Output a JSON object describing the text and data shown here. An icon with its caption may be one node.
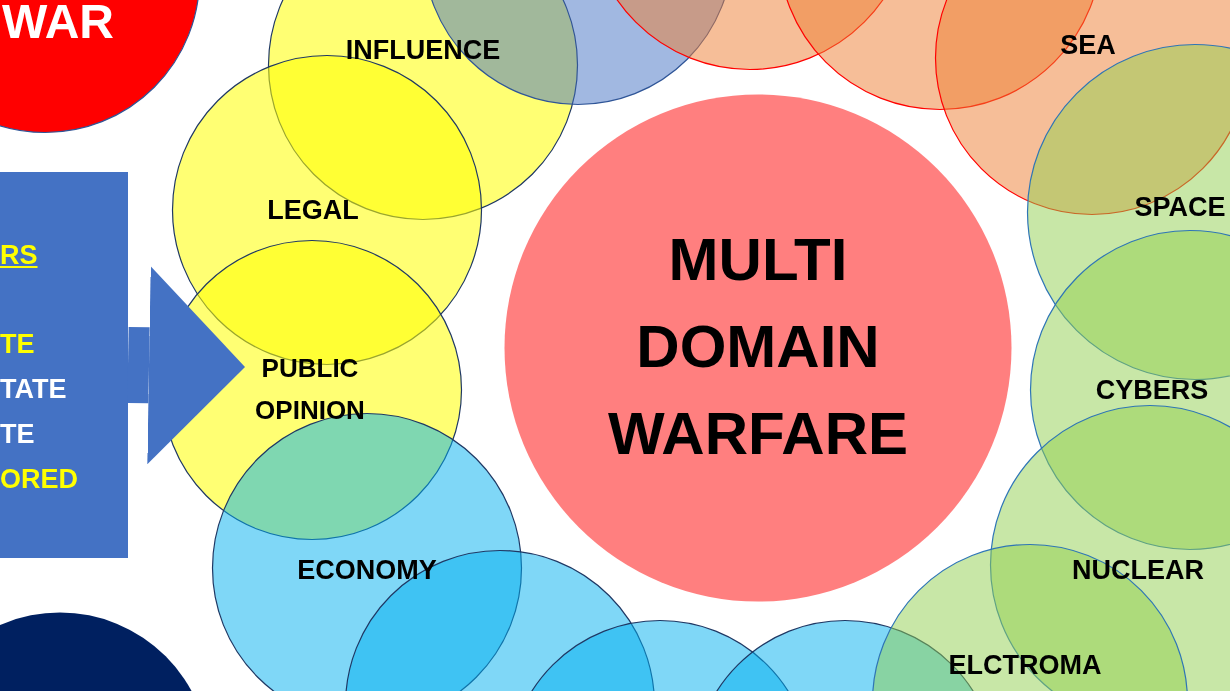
{
  "diagram": {
    "nodes": [
      {
        "text": [
          "WAR"
        ]
      },
      {
        "text": [
          "INFLUENCE"
        ]
      },
      {
        "text": [],
        "shape": "circle"
      },
      {
        "text": [],
        "shape": "circle"
      },
      {
        "text": [],
        "shape": "circle"
      },
      {
        "text": [
          "SEA"
        ]
      },
      {
        "text": [
          "RS",
          "TE",
          "TATE",
          "TE",
          "ORED"
        ]
      },
      {
        "text": [
          "LEGAL"
        ]
      },
      {
        "text": [
          "MULTI DOMAIN WARFARE"
        ]
      },
      {
        "text": [
          "SPACE"
        ]
      },
      {
        "text": [
          "PUBLIC OPINION"
        ]
      },
      {
        "text": [
          "CYBERS"
        ]
      },
      {
        "text": [
          "ECONOMY"
        ]
      },
      {
        "text": [
          "NUCLEAR"
        ]
      },
      {
        "text": [],
        "shape": "circle"
      },
      {
        "text": [],
        "shape": "circle"
      },
      {
        "text": [],
        "shape": "circle"
      },
      {
        "text": [],
        "shape": "circle"
      },
      {
        "text": [
          "ELCTROMA"
        ]
      }
    ],
    "edges": [
      {
        "from": 6,
        "to": 10,
        "arrow": "to"
      }
    ]
  }
}
